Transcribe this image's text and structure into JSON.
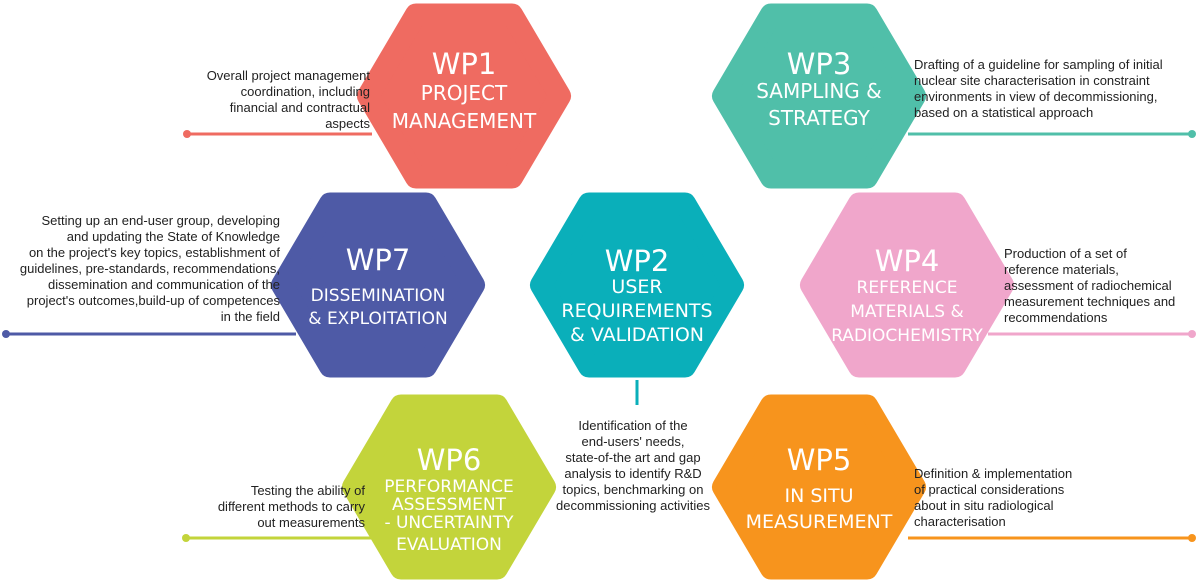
{
  "colors": {
    "wp1": "#ef6b61",
    "wp2": "#0aafba",
    "wp3": "#50bfa9",
    "wp4": "#f0a6cb",
    "wp5": "#f7941d",
    "wp6": "#c3d43b",
    "wp7": "#4e5aa6"
  },
  "packages": [
    {
      "id": "wp1",
      "title": "WP1",
      "name_lines": [
        "PROJECT",
        "MANAGEMENT"
      ],
      "description_lines": [
        "Overall project management",
        "coordination, including",
        "financial and contractual",
        "aspects"
      ]
    },
    {
      "id": "wp2",
      "title": "WP2",
      "name_lines": [
        "USER",
        "REQUIREMENTS",
        "& VALIDATION"
      ],
      "description_lines": [
        "Identification of the",
        "end-users' needs,",
        "state-of-the art and gap",
        "analysis to identify R&D",
        "topics, benchmarking on",
        "decommissioning activities"
      ]
    },
    {
      "id": "wp3",
      "title": "WP3",
      "name_lines": [
        "SAMPLING &",
        "STRATEGY"
      ],
      "description_lines": [
        "Drafting of a guideline for sampling of initial",
        "nuclear site characterisation in constraint",
        "environments in view of decommissioning,",
        "based on a statistical approach"
      ]
    },
    {
      "id": "wp4",
      "title": "WP4",
      "name_lines": [
        "REFERENCE",
        "MATERIALS &",
        "RADIOCHEMISTRY"
      ],
      "description_lines": [
        "Production of a set of",
        "reference materials,",
        "assessment of radiochemical",
        "measurement techniques and",
        "recommendations"
      ]
    },
    {
      "id": "wp5",
      "title": "WP5",
      "name_lines": [
        "IN SITU",
        "MEASUREMENT"
      ],
      "description_lines": [
        "Definition & implementation",
        "of practical considerations",
        "about in situ radiological",
        "characterisation"
      ]
    },
    {
      "id": "wp6",
      "title": "WP6",
      "name_lines": [
        "PERFORMANCE",
        "ASSESSMENT",
        "- UNCERTAINTY",
        "EVALUATION"
      ],
      "description_lines": [
        "Testing the ability of",
        "different methods to carry",
        "out measurements"
      ]
    },
    {
      "id": "wp7",
      "title": "WP7",
      "name_lines": [
        "DISSEMINATION",
        "& EXPLOITATION"
      ],
      "description_lines": [
        "Setting up an end-user group, developing",
        "and updating the State of Knowledge",
        "on the project's key topics, establishment of",
        "guidelines, pre-standards, recommendations,",
        "dissemination and communication of the",
        "project's outcomes,build-up of competences",
        "in the field"
      ]
    }
  ]
}
